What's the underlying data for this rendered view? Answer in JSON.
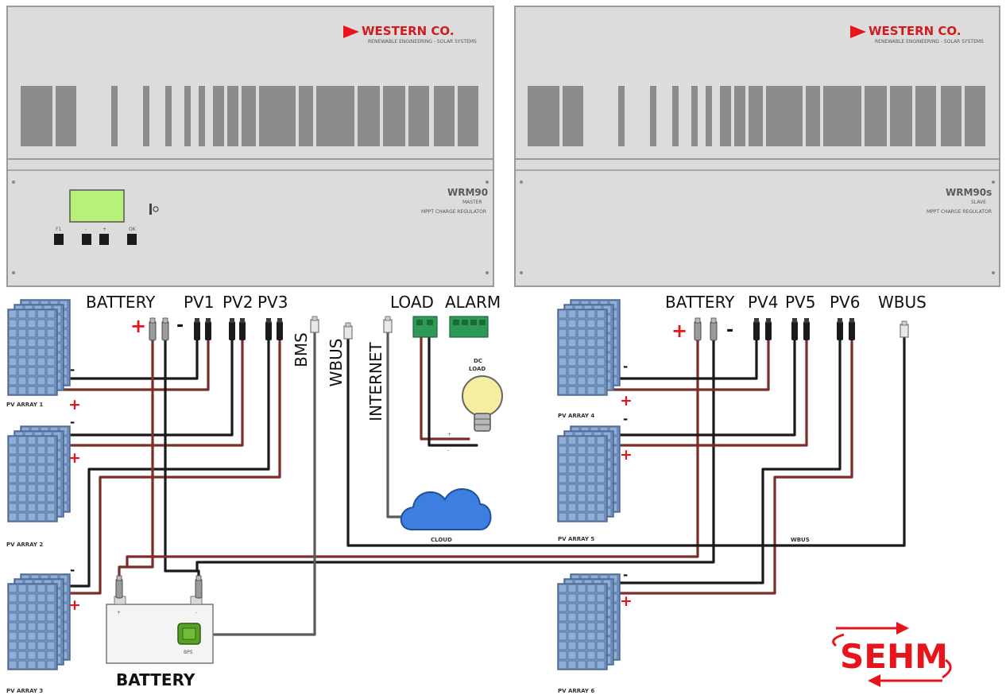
{
  "units": [
    {
      "brand": "WESTERN CO.",
      "brand_sub": "RENEWABLE ENGINEERING - SOLAR SYSTEMS",
      "model": "WRM90",
      "role": "MASTER",
      "desc": "MPPT CHARGE REGULATOR"
    },
    {
      "brand": "WESTERN CO.",
      "brand_sub": "RENEWABLE ENGINEERING - SOLAR SYSTEMS",
      "model": "WRM90s",
      "role": "SLAVE",
      "desc": "MPPT CHARGE REGULATOR"
    }
  ],
  "master_buttons": [
    "F1",
    "-",
    "+",
    "OK"
  ],
  "terminals_left": {
    "battery": "BATTERY",
    "pv1": "PV1",
    "pv2": "PV2",
    "pv3": "PV3",
    "load": "LOAD",
    "alarm": "ALARM"
  },
  "terminals_right": {
    "battery": "BATTERY",
    "pv4": "PV4",
    "pv5": "PV5",
    "pv6": "PV6",
    "wbus": "WBUS"
  },
  "vertical_labels": {
    "bms": "BMS",
    "wbus": "WBUS",
    "internet": "INTERNET"
  },
  "dc_load": {
    "line1": "DC",
    "line2": "LOAD"
  },
  "cloud_label": "CLOUD",
  "wbus_wire_label": "WBUS",
  "battery_label": "BATTERY",
  "bps_label": "BPS",
  "pv_arrays": [
    "PV ARRAY 1",
    "PV ARRAY 2",
    "PV ARRAY 3",
    "PV ARRAY 4",
    "PV ARRAY 5",
    "PV ARRAY 6"
  ],
  "signs": {
    "plus": "+",
    "minus": "-"
  },
  "sehm_logo": "SEHM",
  "colors": {
    "panel": "#dcdcdc",
    "pv_cell": "#7f9fcb",
    "brand_red": "#e8141b",
    "cloud": "#3d7fe0",
    "lcd": "#b7f17a",
    "chip": "#58a026",
    "bulb": "#f5eda0",
    "terminal_green": "#2e9a55"
  }
}
